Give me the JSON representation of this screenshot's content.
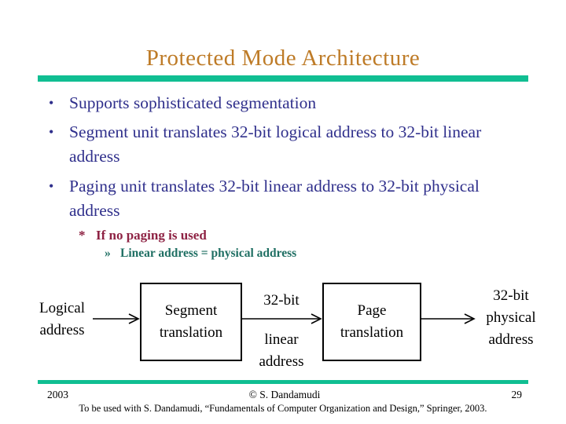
{
  "slide": {
    "title": "Protected Mode Architecture",
    "bullets": [
      {
        "marker": "•",
        "text": "Supports sophisticated segmentation"
      },
      {
        "marker": "•",
        "text": "Segment unit translates 32-bit logical address to 32-bit linear address"
      },
      {
        "marker": "•",
        "text": "Paging unit translates 32-bit linear address to 32-bit physical address"
      }
    ],
    "sub_bullet": {
      "marker": "*",
      "text": "If no paging is used"
    },
    "sub_sub_bullet": {
      "marker": "»",
      "text": "Linear address = physical address"
    }
  },
  "diagram": {
    "logical_label": {
      "lines": [
        "Logical",
        "address"
      ]
    },
    "segment_box": {
      "lines": [
        "Segment",
        "translation"
      ]
    },
    "linear_label": {
      "top": "32-bit",
      "lines": [
        "linear",
        "address"
      ]
    },
    "page_box": {
      "lines": [
        "Page",
        "translation"
      ]
    },
    "physical_label": {
      "lines": [
        "32-bit",
        "physical",
        "address"
      ]
    }
  },
  "footer": {
    "year": "2003",
    "copyright": "© S. Dandamudi",
    "page_number": "29",
    "attribution": "To be used with S. Dandamudi, “Fundamentals of Computer Organization and Design,” Springer, 2003."
  },
  "colors": {
    "title_text": "#BE7B27",
    "bullet_text": "#30308C",
    "sub_bullet_text": "#8E2344",
    "sub_sub_bullet_text": "#1F6F63",
    "accent_bar": "#10BE92",
    "diagram_text": "#000000"
  }
}
